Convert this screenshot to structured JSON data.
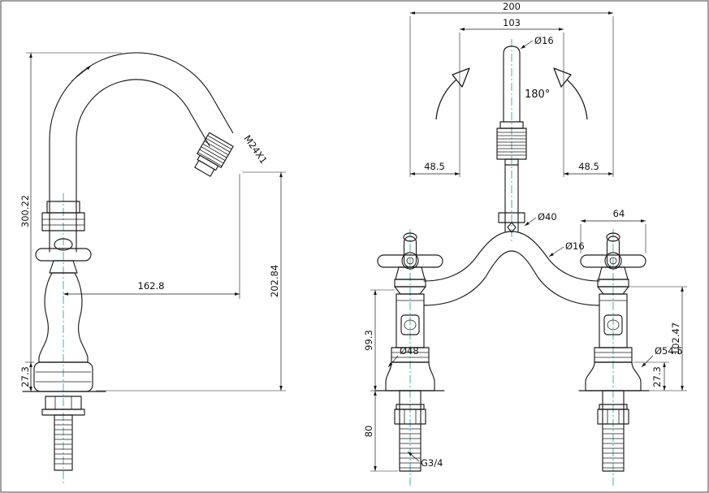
{
  "meta": {
    "background": "#ffffff",
    "line_color": "#1c1c1c",
    "centerline_color": "#2ba8a8"
  },
  "side_view": {
    "overall_height": "300.22",
    "base_height": "27.3",
    "spout_reach": "162.8",
    "outlet_height": "202.84",
    "aerator_thread": "M24X1"
  },
  "front_view": {
    "overall_width": "200",
    "upper_span": "103",
    "spout_diameter": "Ø16",
    "swivel_angle": "180°",
    "offset_left": "48.5",
    "offset_right": "48.5",
    "column_diameter": "Ø40",
    "arm_diameter": "Ø16",
    "handle_width": "64",
    "left_valve_height": "99.3",
    "right_valve_height": "102.47",
    "left_base_diameter": "Ø48",
    "right_base_diameter": "Ø54.5",
    "right_base_height": "27.3",
    "shank_length": "80",
    "inlet_thread": "G3/4"
  }
}
